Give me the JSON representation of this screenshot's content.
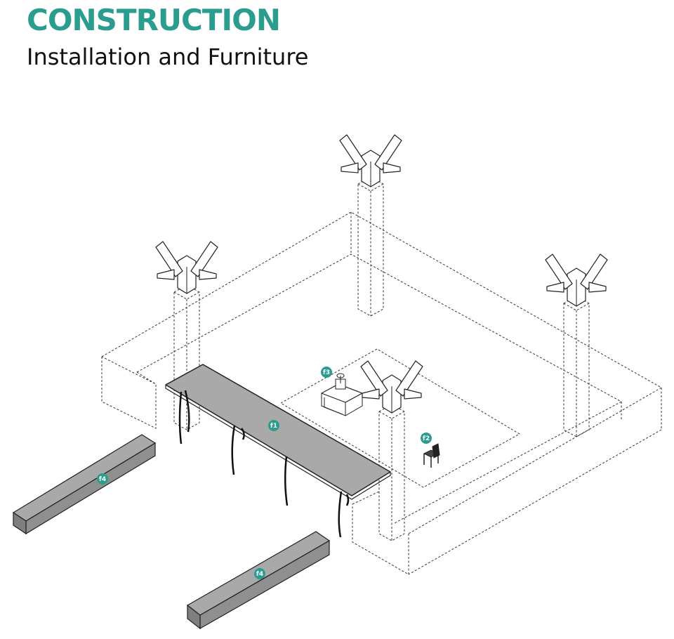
{
  "header": {
    "title": "CONSTRUCTION",
    "subtitle": "Installation and Furniture"
  },
  "colors": {
    "accent": "#2a9d8f",
    "furniture_fill": "#a9a9a9",
    "line": "#222222"
  },
  "labels": {
    "f1": "f1",
    "f2": "f2",
    "f3": "f3",
    "f4a": "f4",
    "f4b": "f4"
  }
}
